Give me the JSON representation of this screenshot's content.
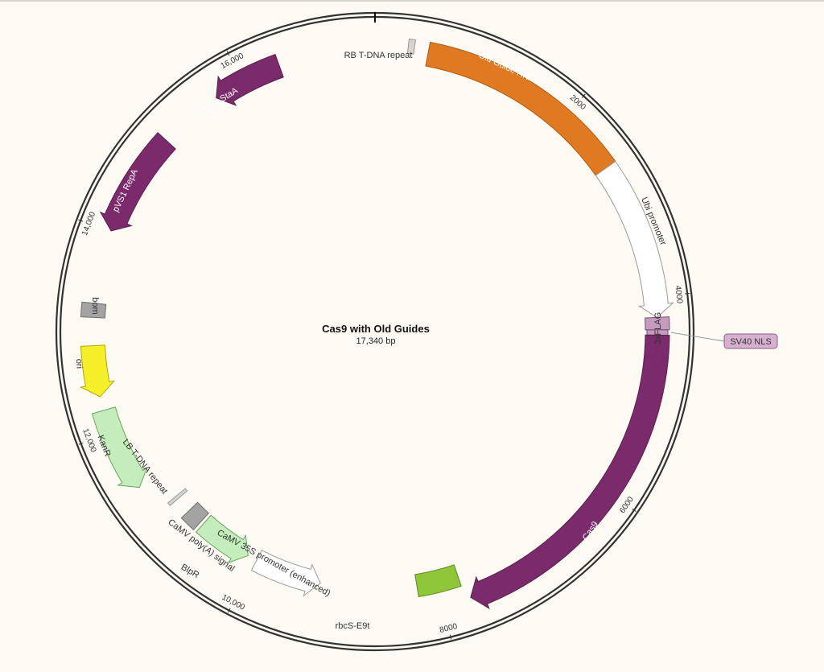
{
  "plasmid": {
    "name": "Cas9 with Old Guides",
    "length_label": "17,340 bp",
    "length_bp": 17340
  },
  "ticks": [
    "2000",
    "4000",
    "6000",
    "8000",
    "10,000",
    "12,000",
    "14,000",
    "16,000"
  ],
  "features": [
    {
      "name": "RB T-DNA repeat",
      "start": 0.0185,
      "end": 0.022,
      "color": "#d8d4cc",
      "outline": "#999999",
      "dir": "none"
    },
    {
      "name": "Old Guide RNAs",
      "start": 0.03,
      "end": 0.152,
      "color": "#e07a22",
      "outline": "#b35a10",
      "dir": "none",
      "label_color": "#ffffff"
    },
    {
      "name": "Ubi promoter",
      "start": 0.152,
      "end": 0.242,
      "color": "#ffffff",
      "outline": "#9a9a9a",
      "dir": "fwd"
    },
    {
      "name": "3xFLAG",
      "start": 0.242,
      "end": 0.249,
      "color": "#c59bc0",
      "outline": "#7a4d75",
      "dir": "none"
    },
    {
      "name": "SV40 NLS",
      "start": 0.249,
      "end": 0.252,
      "color": "#c59bc0",
      "outline": "#7a4d75",
      "dir": "none"
    },
    {
      "name": "Cas9",
      "start": 0.252,
      "end": 0.445,
      "color": "#7b2b6b",
      "outline": "#5a1f4e",
      "dir": "fwd",
      "label_color": "#ffffff"
    },
    {
      "name": "rbcS-E9t",
      "start": 0.448,
      "end": 0.474,
      "color": "#8fc63a",
      "outline": "#5b8a1e",
      "dir": "none"
    },
    {
      "name": "CaMV 35S promoter (enhanced)",
      "start": 0.534,
      "end": 0.576,
      "color": "#ffffff",
      "outline": "#9a9a9a",
      "dir": "rev"
    },
    {
      "name": "BlpR",
      "start": 0.582,
      "end": 0.616,
      "color": "#c4edbb",
      "outline": "#6aa35f",
      "dir": "rev"
    },
    {
      "name": "CaMV poly(A) signal",
      "start": 0.618,
      "end": 0.628,
      "color": "#a3a3a3",
      "outline": "#6f6f6f",
      "dir": "none"
    },
    {
      "name": "LB T-DNA repeat",
      "start": 0.638,
      "end": 0.64,
      "color": "#d8d4cc",
      "outline": "#999999",
      "dir": "none"
    },
    {
      "name": "KanR",
      "start": 0.657,
      "end": 0.705,
      "color": "#c4edbb",
      "outline": "#6aa35f",
      "dir": "rev"
    },
    {
      "name": "ori",
      "start": 0.713,
      "end": 0.742,
      "color": "#f5ef2a",
      "outline": "#b3a800",
      "dir": "rev"
    },
    {
      "name": "bom",
      "start": 0.758,
      "end": 0.766,
      "color": "#a3a3a3",
      "outline": "#6f6f6f",
      "dir": "none"
    },
    {
      "name": "pVS1 RepA",
      "start": 0.808,
      "end": 0.868,
      "color": "#7b2b6b",
      "outline": "#5a1f4e",
      "dir": "rev",
      "label_color": "#ffffff"
    },
    {
      "name": "pVS1 StaA",
      "start": 0.905,
      "end": 0.945,
      "color": "#7b2b6b",
      "outline": "#5a1f4e",
      "dir": "rev",
      "label_color": "#ffffff"
    }
  ]
}
